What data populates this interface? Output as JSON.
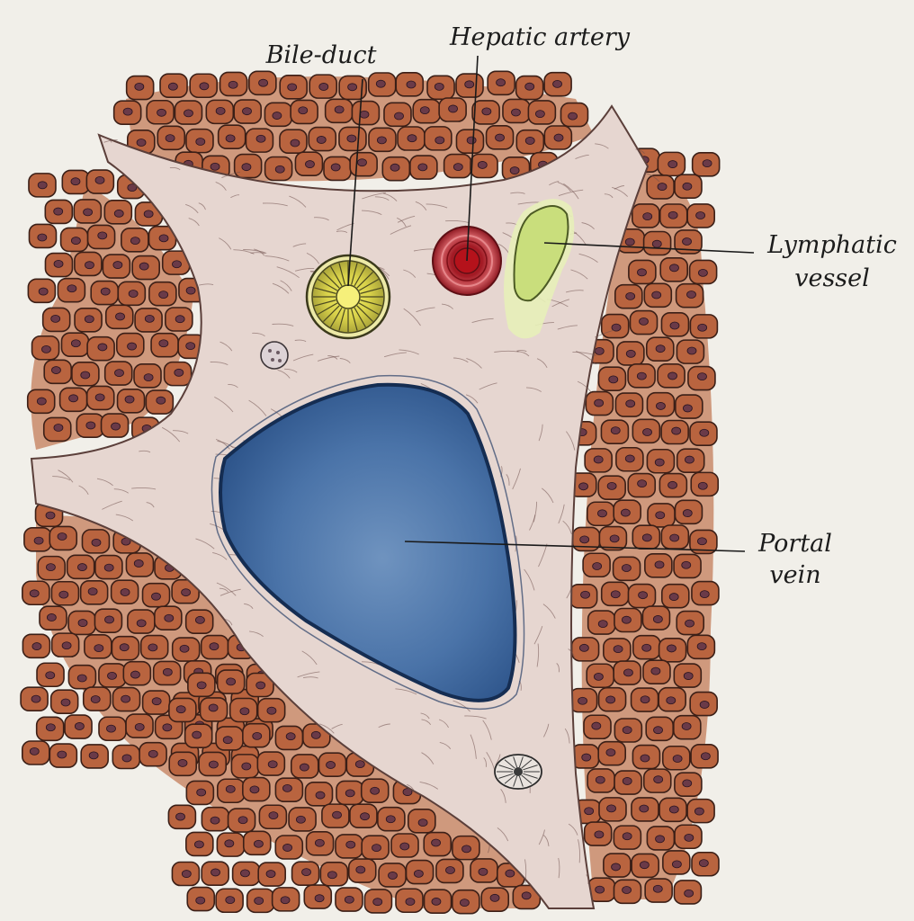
{
  "labels": {
    "bile_duct": "Bile-duct",
    "hepatic_artery": "Hepatic artery",
    "lymphatic_line1": "Lymphatic",
    "lymphatic_line2": "vessel",
    "portal_line1": "Portal",
    "portal_line2": "vein"
  },
  "colors": {
    "paper": "#f1efe9",
    "hepatocyte": "#b9643f",
    "hepatocyte_nucleus": "#6a3a48",
    "tissue_bg": "#c98a6a",
    "connective": "#e6d6d0",
    "portal_vein": "#3f6aa0",
    "bile_duct": "#d7d24a",
    "hepatic_artery": "#b21f2a",
    "lymphatic": "#cfe08c"
  }
}
